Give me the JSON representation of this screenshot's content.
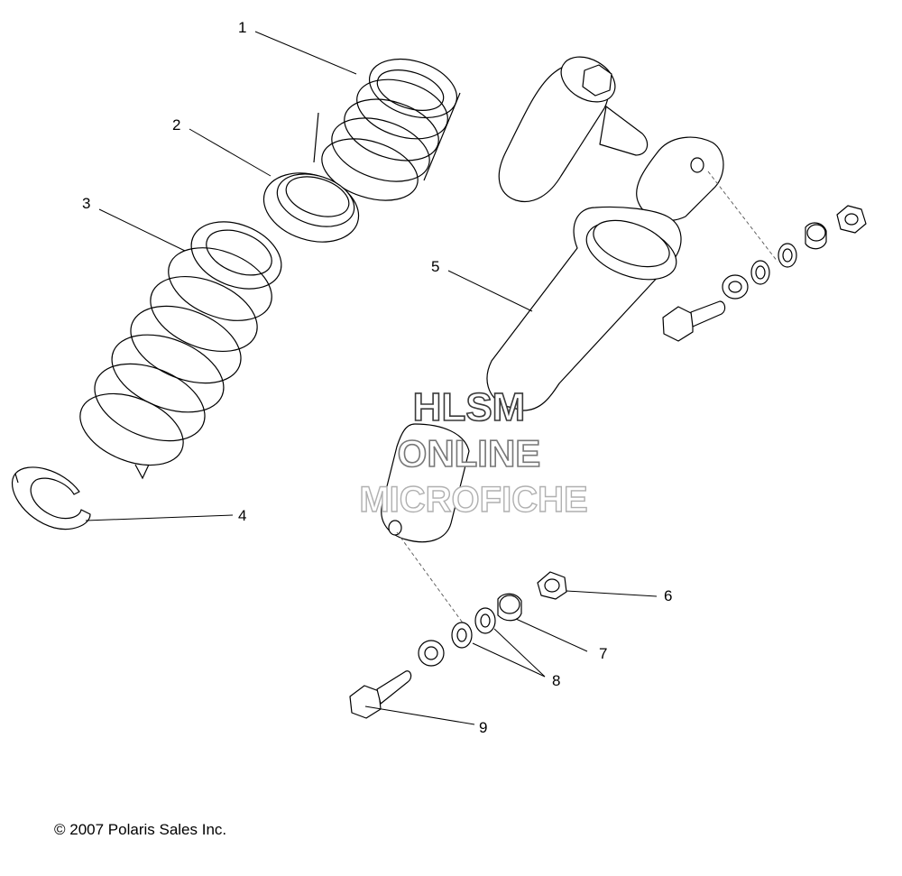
{
  "callouts": [
    {
      "id": "1",
      "label": "1"
    },
    {
      "id": "2",
      "label": "2"
    },
    {
      "id": "3",
      "label": "3"
    },
    {
      "id": "4",
      "label": "4"
    },
    {
      "id": "5",
      "label": "5"
    },
    {
      "id": "6",
      "label": "6"
    },
    {
      "id": "7",
      "label": "7"
    },
    {
      "id": "8",
      "label": "8"
    },
    {
      "id": "9",
      "label": "9"
    }
  ],
  "watermark": {
    "line1": "HLSM",
    "line2": "ONLINE",
    "line3": "MICROFICHE"
  },
  "copyright": "© 2007 Polaris Sales Inc.",
  "colors": {
    "line": "#000000",
    "background": "#ffffff"
  }
}
